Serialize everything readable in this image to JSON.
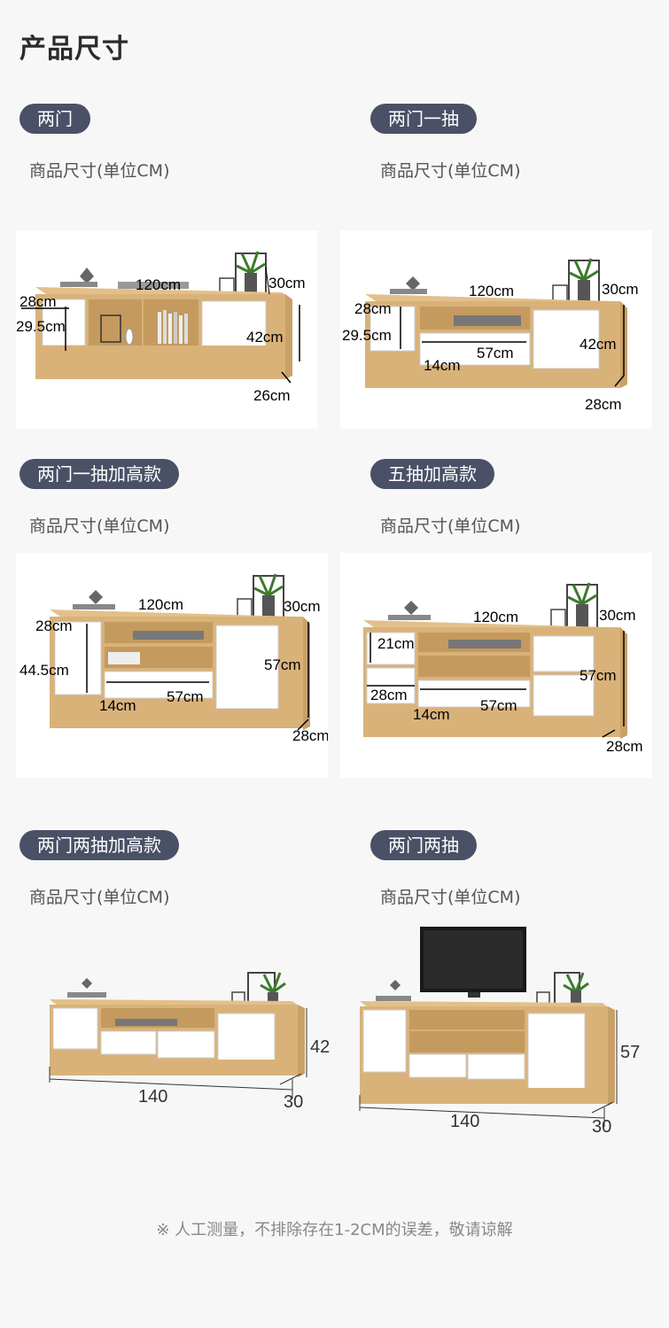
{
  "page": {
    "title": "产品尺寸"
  },
  "sections": [
    {
      "name": "两门",
      "subtitle": "商品尺寸(单位CM)",
      "dims": {
        "width": "120cm",
        "height": "42cm",
        "depth": "26cm",
        "top": "30cm",
        "a": "28cm",
        "b": "29.5cm"
      }
    },
    {
      "name": "两门一抽",
      "subtitle": "商品尺寸(单位CM)",
      "dims": {
        "width": "120cm",
        "height": "42cm",
        "depth": "28cm",
        "top": "30cm",
        "a": "28cm",
        "b": "29.5cm",
        "c": "14cm",
        "d": "57cm"
      }
    },
    {
      "name": "两门一抽加高款",
      "subtitle": "商品尺寸(单位CM)",
      "dims": {
        "width": "120cm",
        "height": "57cm",
        "depth": "28cm",
        "top": "30cm",
        "a": "28cm",
        "b": "44.5cm",
        "c": "14cm",
        "d": "57cm"
      }
    },
    {
      "name": "五抽加高款",
      "subtitle": "商品尺寸(单位CM)",
      "dims": {
        "width": "120cm",
        "height": "57cm",
        "depth": "28cm",
        "top": "30cm",
        "a": "21cm",
        "b": "28cm",
        "c": "14cm",
        "d": "57cm"
      }
    },
    {
      "name": "两门两抽加高款",
      "subtitle": "商品尺寸(单位CM)",
      "dims": {
        "width": "140",
        "height": "42",
        "depth": "30"
      }
    },
    {
      "name": "两门两抽",
      "subtitle": "商品尺寸(单位CM)",
      "dims": {
        "width": "140",
        "height": "57",
        "depth": "30"
      }
    }
  ],
  "footer": {
    "note": "※ 人工测量，不排除存在1-2CM的误差，敬请谅解"
  },
  "colors": {
    "pill": "#4a5066",
    "wood": "#d9b27a",
    "white_panel": "#ffffff"
  }
}
